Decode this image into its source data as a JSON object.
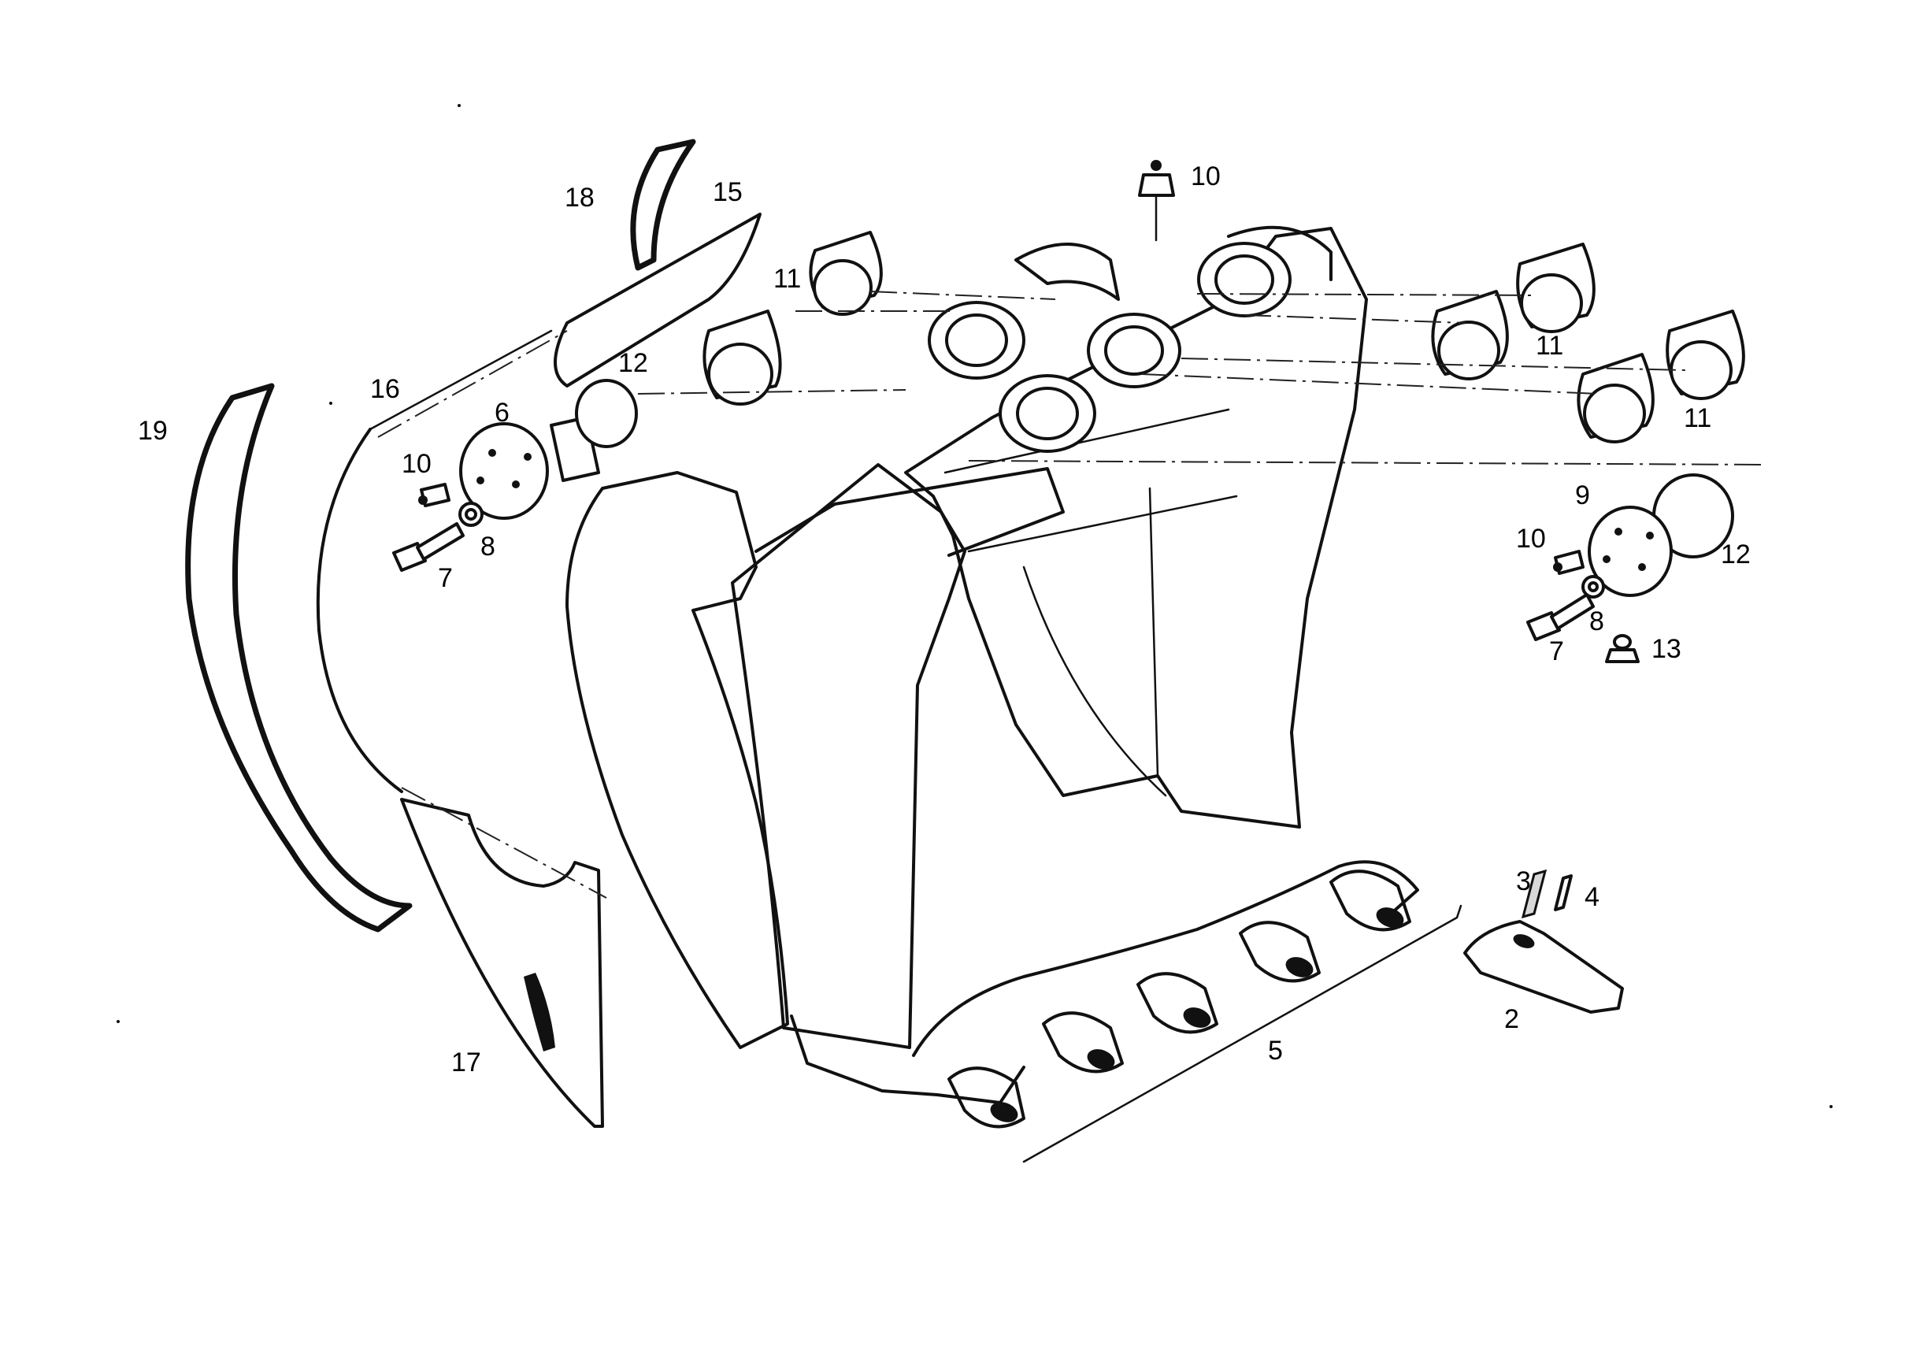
{
  "callouts": [
    {
      "id": "2",
      "text": "2"
    },
    {
      "id": "3",
      "text": "3"
    },
    {
      "id": "4",
      "text": "4"
    },
    {
      "id": "5",
      "text": "5"
    },
    {
      "id": "6",
      "text": "6"
    },
    {
      "id": "7-left",
      "text": "7"
    },
    {
      "id": "7-right",
      "text": "7"
    },
    {
      "id": "8-left",
      "text": "8"
    },
    {
      "id": "8-right",
      "text": "8"
    },
    {
      "id": "9",
      "text": "9"
    },
    {
      "id": "10-top",
      "text": "10"
    },
    {
      "id": "10-left",
      "text": "10"
    },
    {
      "id": "10-right",
      "text": "10"
    },
    {
      "id": "11-left",
      "text": "11"
    },
    {
      "id": "11-right-upper",
      "text": "11"
    },
    {
      "id": "11-right-lower",
      "text": "11"
    },
    {
      "id": "12-left",
      "text": "12"
    },
    {
      "id": "12-right",
      "text": "12"
    },
    {
      "id": "13",
      "text": "13"
    },
    {
      "id": "15",
      "text": "15"
    },
    {
      "id": "16",
      "text": "16"
    },
    {
      "id": "17",
      "text": "17"
    },
    {
      "id": "18",
      "text": "18"
    },
    {
      "id": "19",
      "text": "19"
    }
  ]
}
